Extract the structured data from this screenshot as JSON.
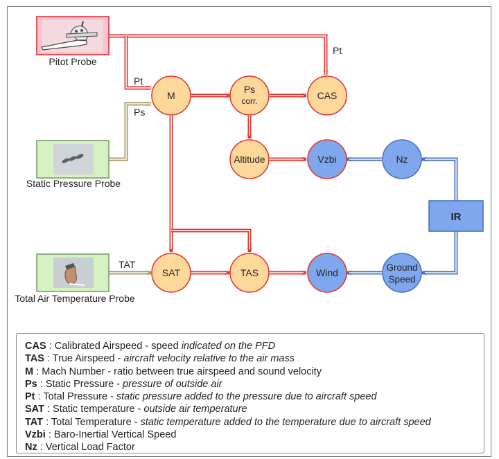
{
  "probes": {
    "pitot": {
      "label": "Pitot Probe"
    },
    "static": {
      "label": "Static Pressure Probe"
    },
    "tat": {
      "label": "Total Air Temperature Probe"
    }
  },
  "nodes": {
    "m": "M",
    "ps_corr_line1": "Ps",
    "ps_corr_line2": "corr.",
    "cas": "CAS",
    "altitude": "Altitude",
    "vzbi": "Vzbi",
    "nz": "Nz",
    "ir": "IR",
    "sat": "SAT",
    "tas": "TAS",
    "wind": "Wind",
    "ground_speed_line1": "Ground",
    "ground_speed_line2": "Speed"
  },
  "edge_labels": {
    "pt_to_cas": "Pt",
    "pt_to_m": "Pt",
    "ps_to_m": "Ps",
    "tat_to_sat": "TAT"
  },
  "colors": {
    "air_data_node": "#fdd89a",
    "air_data_stroke": "#e03a30",
    "inertial_node": "#7fa7ee",
    "inertial_stroke": "#4a6fc0",
    "pitot_box": "#f9c4cc",
    "probe_box": "#d4f2c2",
    "static_line": "#b5a96a"
  },
  "legend": [
    {
      "term": "CAS",
      "sep": " : ",
      "desc": "Calibrated Airspeed - speed ",
      "note": "indicated on the PFD"
    },
    {
      "term": "TAS",
      "sep": " : ",
      "desc": "True Airspeed - ",
      "note": "aircraft velocity relative to the air mass"
    },
    {
      "term": "M",
      "sep": " : ",
      "desc": "Mach Number - ratio between true airspeed and sound velocity",
      "note": ""
    },
    {
      "term": "Ps",
      "sep": " : ",
      "desc": "Static Pressure - ",
      "note": "pressure of outside air"
    },
    {
      "term": "Pt",
      "sep": " : ",
      "desc": "Total Pressure - ",
      "note": "static pressure added to the pressure due to aircraft speed"
    },
    {
      "term": "SAT",
      "sep": " : ",
      "desc": "Static temperature - ",
      "note": "outside air temperature"
    },
    {
      "term": "TAT",
      "sep": " : ",
      "desc": "Total Temperature - ",
      "note": "static temperature added to the temperature due to aircraft speed"
    },
    {
      "term": "Vzbi",
      "sep": " : ",
      "desc": "Baro-Inertial Vertical Speed",
      "note": ""
    },
    {
      "term": "Nz",
      "sep": " : ",
      "desc": "Vertical Load Factor",
      "note": ""
    }
  ]
}
